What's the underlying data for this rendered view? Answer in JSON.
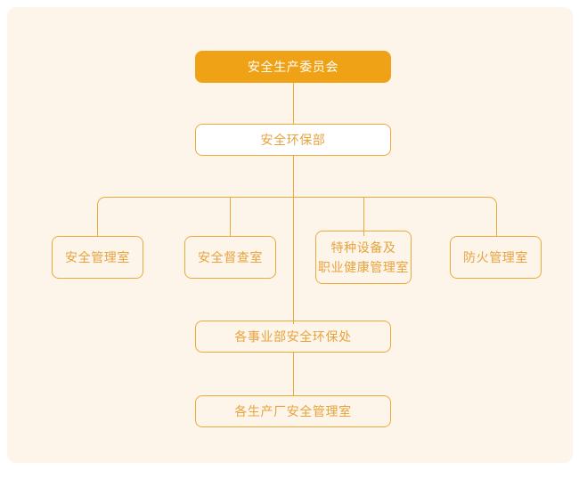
{
  "chart_data": {
    "type": "diagram",
    "diagram_type": "organization-chart",
    "title": "",
    "orientation": "top-down",
    "colors": {
      "panel_background": "#FDF5EA",
      "page_background": "#FFFFFF",
      "accent": "#F0A216",
      "line": "#EDA93A",
      "node_text": "#E8A33D",
      "root_node_text": "#FFFFFF",
      "white_node_fill": "#FFFFFF"
    },
    "nodes": [
      {
        "id": "root",
        "label": "安全生产委员会",
        "style": "filled-orange",
        "level": 0,
        "lines": [
          "安全生产委员会"
        ]
      },
      {
        "id": "dept",
        "label": "安全环保部",
        "style": "white-fill",
        "level": 1,
        "lines": [
          "安全环保部"
        ]
      },
      {
        "id": "office-1",
        "label": "安全管理室",
        "style": "outline",
        "level": 2,
        "lines": [
          "安全管理室"
        ]
      },
      {
        "id": "office-2",
        "label": "安全督查室",
        "style": "outline",
        "level": 2,
        "lines": [
          "安全督查室"
        ]
      },
      {
        "id": "office-3",
        "label": "特种设备及职业健康管理室",
        "style": "outline",
        "level": 2,
        "lines": [
          "特种设备及",
          "职业健康管理室"
        ]
      },
      {
        "id": "office-4",
        "label": "防火管理室",
        "style": "outline",
        "level": 2,
        "lines": [
          "防火管理室"
        ]
      },
      {
        "id": "division",
        "label": "各事业部安全环保处",
        "style": "outline",
        "level": 3,
        "lines": [
          "各事业部安全环保处"
        ]
      },
      {
        "id": "factory",
        "label": "各生产厂安全管理室",
        "style": "outline",
        "level": 4,
        "lines": [
          "各生产厂安全管理室"
        ]
      }
    ],
    "edges": [
      {
        "from": "root",
        "to": "dept"
      },
      {
        "from": "dept",
        "to": "office-1"
      },
      {
        "from": "dept",
        "to": "office-2"
      },
      {
        "from": "dept",
        "to": "office-3"
      },
      {
        "from": "dept",
        "to": "office-4"
      },
      {
        "from": "dept",
        "to": "division"
      },
      {
        "from": "division",
        "to": "factory"
      }
    ]
  }
}
